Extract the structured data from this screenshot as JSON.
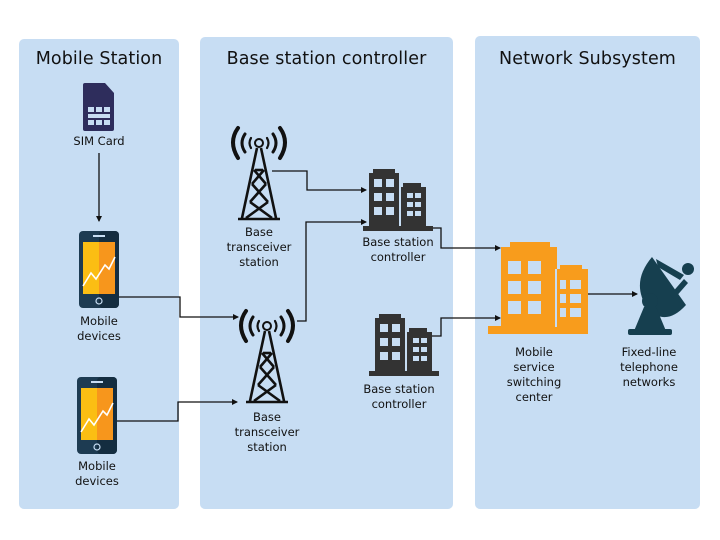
{
  "colors": {
    "panel_bg": "#c7ddf3",
    "sim": "#2e2d5c",
    "phone_body": "#1d3b52",
    "phone_screen_left": "#fbbe13",
    "phone_screen_right": "#f7961c",
    "tower": "#111111",
    "bsc_building": "#333333",
    "msc_building": "#f89c1c",
    "dish": "#163f4f",
    "wire": "#111111"
  },
  "panels": {
    "mobile_station": {
      "title": "Mobile Station"
    },
    "base_station_controller": {
      "title": "Base station controller"
    },
    "network_subsystem": {
      "title": "Network Subsystem"
    }
  },
  "nodes": {
    "sim_card": {
      "label": "SIM Card",
      "icon": "sim-card-icon"
    },
    "mobile_device_1": {
      "label": "Mobile\ndevices",
      "icon": "smartphone-icon"
    },
    "mobile_device_2": {
      "label": "Mobile\ndevices",
      "icon": "smartphone-icon"
    },
    "bts_1": {
      "label": "Base\ntransceiver\nstation",
      "icon": "cell-tower-icon"
    },
    "bts_2": {
      "label": "Base\ntransceiver\nstation",
      "icon": "cell-tower-icon"
    },
    "bsc_1": {
      "label": "Base station\ncontroller",
      "icon": "building-icon"
    },
    "bsc_2": {
      "label": "Base station\ncontroller",
      "icon": "building-icon"
    },
    "msc": {
      "label": "Mobile\nservice\nswitching\ncenter",
      "icon": "building-icon"
    },
    "pstn": {
      "label": "Fixed-line\ntelephone\nnetworks",
      "icon": "satellite-dish-icon"
    }
  },
  "connections": [
    {
      "from": "sim_card",
      "to": "mobile_device_1"
    },
    {
      "from": "mobile_device_1",
      "to": "bts_2"
    },
    {
      "from": "mobile_device_2",
      "to": "bts_2"
    },
    {
      "from": "bts_1",
      "to": "bsc_1"
    },
    {
      "from": "bts_2",
      "to": "bsc_1"
    },
    {
      "from": "bsc_1",
      "to": "msc"
    },
    {
      "from": "bsc_2",
      "to": "msc"
    },
    {
      "from": "msc",
      "to": "pstn"
    }
  ]
}
